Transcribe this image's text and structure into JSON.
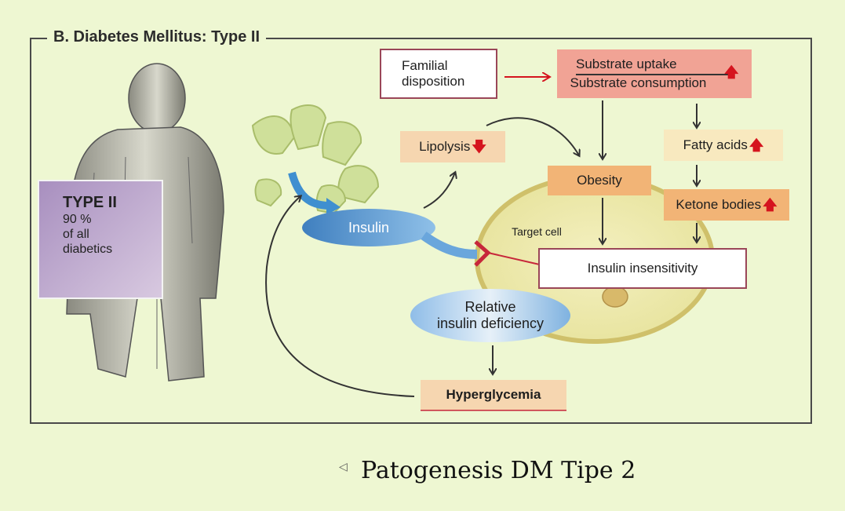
{
  "title": "B. Diabetes Mellitus: Type II",
  "caption": "Patogenesis DM Tipe 2",
  "type_card": {
    "heading": "TYPE II",
    "line1": "90 %",
    "line2": "of all",
    "line3": "diabetics"
  },
  "nodes": {
    "familial_line1": "Familial",
    "familial_line2": "disposition",
    "substrate_uptake": "Substrate uptake",
    "substrate_consumption": "Substrate consumption",
    "lipolysis": "Lipolysis",
    "obesity": "Obesity",
    "fatty_acids": "Fatty acids",
    "ketone_bodies": "Ketone bodies",
    "insulin": "Insulin",
    "target_cell": "Target cell",
    "insulin_insensitivity": "Insulin insensitivity",
    "relative_line1": "Relative",
    "relative_line2": "insulin deficiency",
    "hyperglycemia": "Hyperglycemia"
  },
  "colors": {
    "increase_arrow": "#d5141e",
    "background": "#eef7d2",
    "pancreas": "#cfe09a",
    "insulin_ellipse": "#5f9ad0"
  }
}
